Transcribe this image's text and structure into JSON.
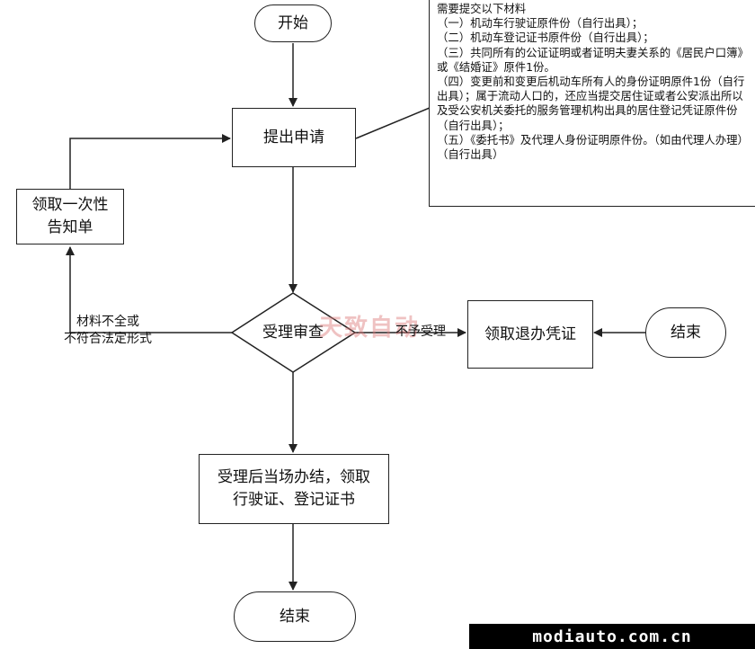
{
  "nodes": {
    "start": "开始",
    "apply": "提出申请",
    "notice": "领取一次性\n告知单",
    "review": "受理审查",
    "refund": "领取退办凭证",
    "end_right": "结束",
    "process": "受理后当场办结，领取\n行驶证、登记证书",
    "end_bottom": "结束"
  },
  "edges": {
    "incomplete": "材料不全或\n不符合法定形式",
    "reject": "不予受理"
  },
  "materials": {
    "title": "需要提交以下材料",
    "items": [
      "（一）机动车行驶证原件份（自行出具）；",
      "（二）机动车登记证书原件份（自行出具）；",
      "（三）共同所有的公证证明或者证明夫妻关系的《居民户口簿》或《结婚证》原件1份。",
      "（四）变更前和变更后机动车所有人的身份证明原件1份（自行出具）；属于流动人口的，还应当提交居住证或者公安派出所以及受公安机关委托的服务管理机构出具的居住登记凭证原件份（自行出具）；",
      "（五）《委托书》及代理人身份证明原件份。（如由代理人办理）（自行出具）"
    ]
  },
  "watermark": "天致自动",
  "footer": "modiauto.com.cn"
}
